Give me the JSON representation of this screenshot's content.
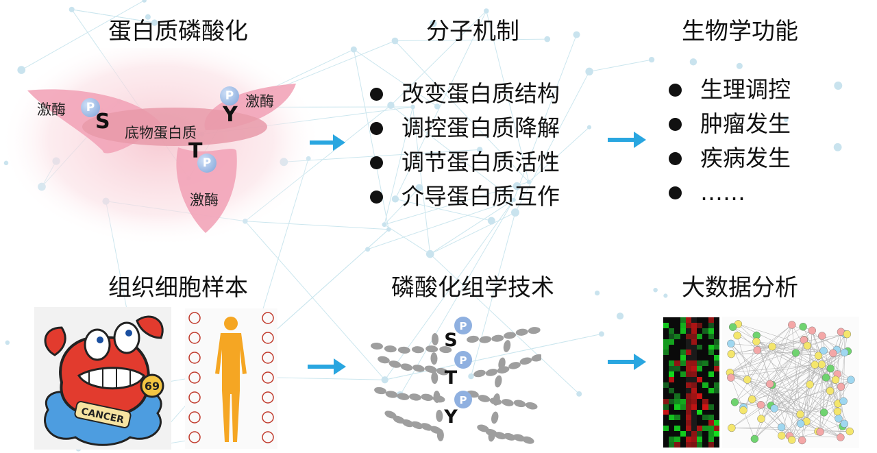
{
  "titles": {
    "phospho": "蛋白质磷酸化",
    "mechanism": "分子机制",
    "function": "生物学功能",
    "samples": "组织细胞样本",
    "technology": "磷酸化组学技术",
    "bigdata": "大数据分析"
  },
  "mechanism_items": [
    "改变蛋白质结构",
    "调控蛋白质降解",
    "调节蛋白质活性",
    "介导蛋白质互作"
  ],
  "function_items": [
    "生理调控",
    "肿瘤发生",
    "疾病发生",
    "……"
  ],
  "diagram": {
    "kinase": "激酶",
    "substrate": "底物蛋白质",
    "phospho_badge": "P",
    "residues": [
      "S",
      "T",
      "Y"
    ]
  },
  "cancer_badge": "CANCER",
  "cancer_sign": "69",
  "colors": {
    "arrow": "#29a6e0",
    "p_badge": "#7ea2d8",
    "petal": "#f3a9bd"
  },
  "icons": [
    "heart-icon",
    "brain-icon",
    "lungs-icon",
    "target-icon",
    "stomach-icon",
    "nose-icon",
    "liver-icon",
    "mouth-icon",
    "kidney-icon",
    "ear-icon",
    "bladder-icon",
    "tooth-icon",
    "uterus-icon",
    "joint-icon"
  ]
}
